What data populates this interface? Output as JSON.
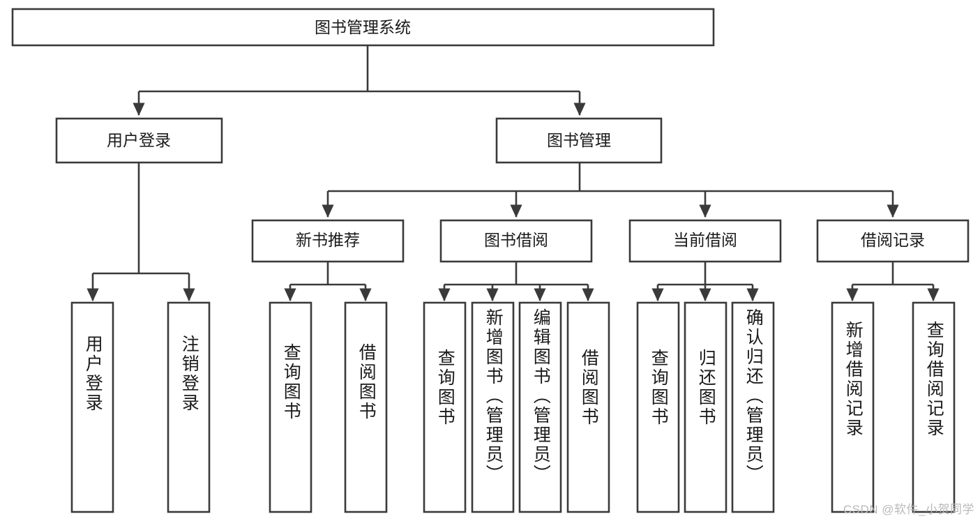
{
  "diagram": {
    "type": "tree-hierarchy",
    "title": "图书管理系统",
    "watermark": "CSDN @软件_小贺同学",
    "colors": {
      "stroke": "#3a3a3a",
      "fill": "#ffffff",
      "text": "#1a1a1a",
      "watermark": "#b9b9b9"
    },
    "root": {
      "label": "图书管理系统"
    },
    "level2": [
      {
        "label": "用户登录"
      },
      {
        "label": "图书管理"
      }
    ],
    "level3": [
      {
        "label": "新书推荐"
      },
      {
        "label": "图书借阅"
      },
      {
        "label": "当前借阅"
      },
      {
        "label": "借阅记录"
      }
    ],
    "leaves": {
      "user_login": [
        {
          "label": "用户登录"
        },
        {
          "label": "注销登录"
        }
      ],
      "new_book_recommend": [
        {
          "label": "查询图书"
        },
        {
          "label": "借阅图书"
        }
      ],
      "book_borrow": [
        {
          "label": "查询图书"
        },
        {
          "label": "新增图书（管理员）"
        },
        {
          "label": "编辑图书（管理员）"
        },
        {
          "label": "借阅图书"
        }
      ],
      "current_borrow": [
        {
          "label": "查询图书"
        },
        {
          "label": "归还图书"
        },
        {
          "label": "确认归还（管理员）"
        }
      ],
      "borrow_record": [
        {
          "label": "新增借阅记录"
        },
        {
          "label": "查询借阅记录"
        }
      ]
    }
  }
}
